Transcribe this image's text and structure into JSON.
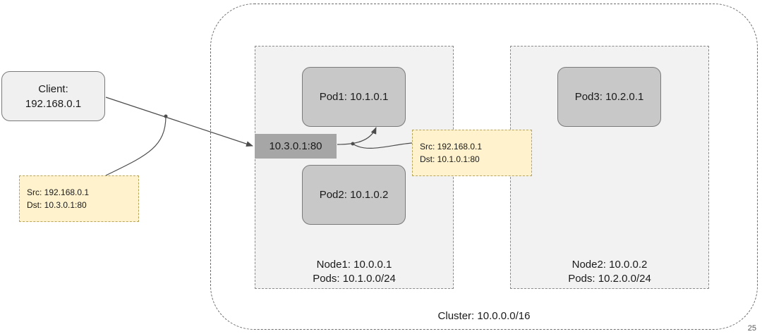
{
  "cluster": {
    "label": "Cluster: 10.0.0.0/16"
  },
  "nodes": [
    {
      "name": "Node1: 10.0.0.1",
      "pods": "Pods: 10.1.0.0/24"
    },
    {
      "name": "Node2: 10.0.0.2",
      "pods": "Pods: 10.2.0.0/24"
    }
  ],
  "pods": {
    "pod1": "Pod1: 10.1.0.1",
    "pod2": "Pod2: 10.1.0.2",
    "pod3": "Pod3: 10.2.0.1"
  },
  "client": {
    "line1": "Client:",
    "line2": "192.168.0.1"
  },
  "service": {
    "address": "10.3.0.1:80"
  },
  "notes": {
    "client_packet": {
      "src": "Src: 192.168.0.1",
      "dst": "Dst: 10.3.0.1:80"
    },
    "pod_packet": {
      "src": "Src: 192.168.0.1",
      "dst": "Dst: 10.1.0.1:80"
    }
  },
  "slide_number": "25",
  "colors": {
    "node_fill": "#f2f2f2",
    "pod_fill": "#c8c8c8",
    "service_fill": "#a6a6a6",
    "note_fill": "#fff2cc",
    "line": "#4d4d4d"
  }
}
